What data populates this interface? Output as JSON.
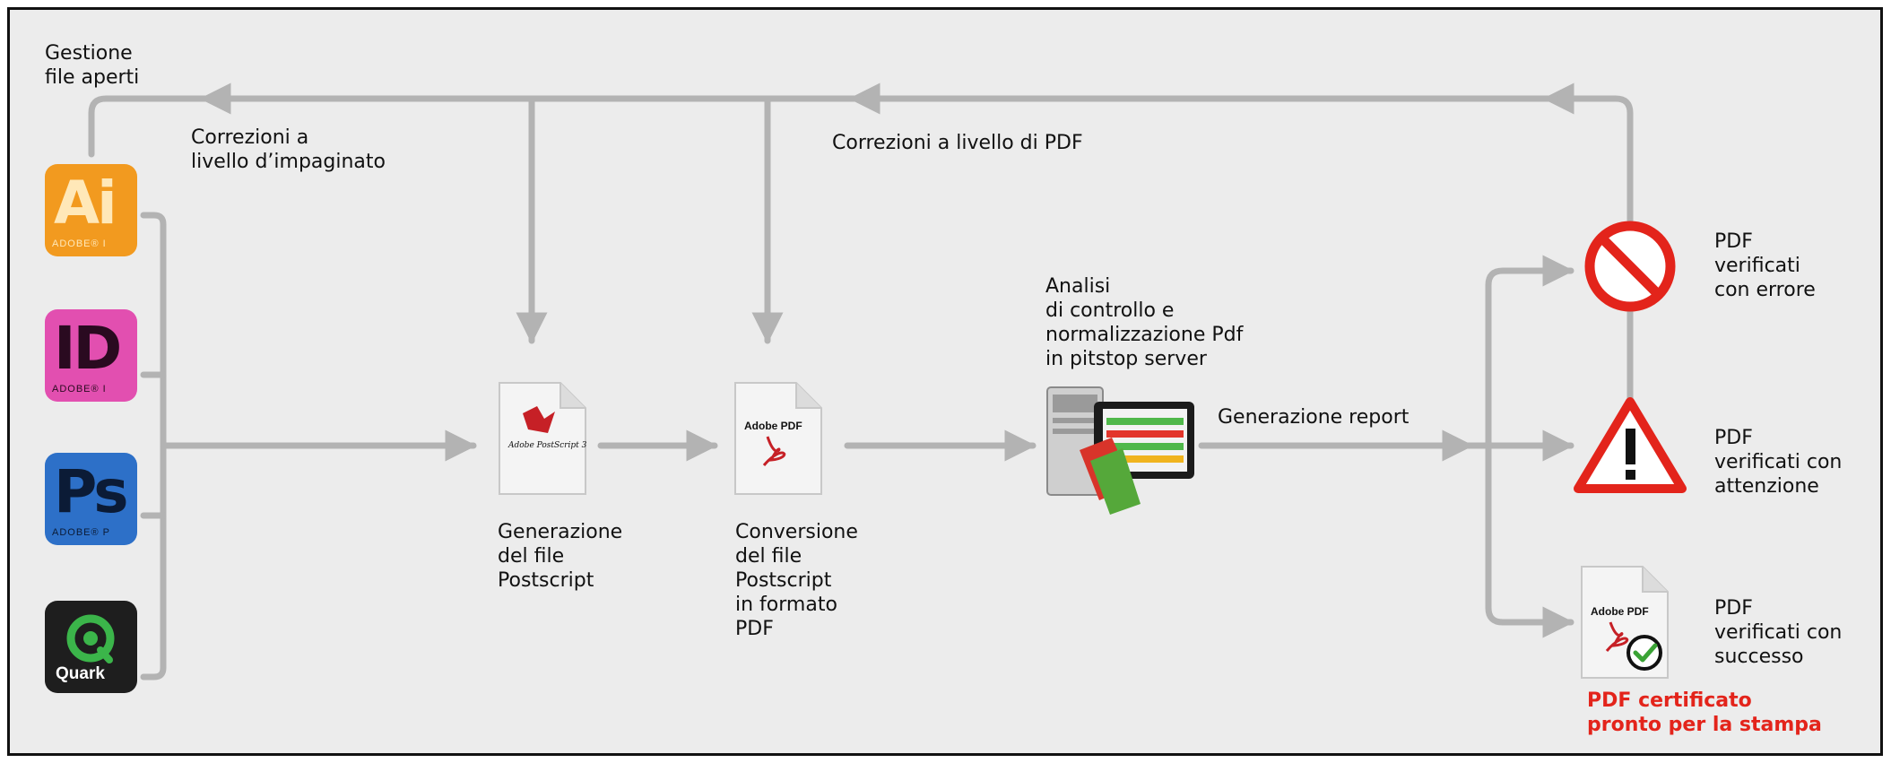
{
  "labels": {
    "open_files": "Gestione\nfile aperti",
    "layout_corrections": "Correzioni a\nlivello d’impaginato",
    "pdf_corrections": "Correzioni a livello di PDF",
    "analysis": "Analisi\ndi controllo e\nnormalizzazione Pdf\nin pitstop server",
    "report": "Generazione report",
    "postscript_step": "Generazione\ndel file\nPostscript",
    "conversion_step": "Conversione\ndel file\nPostscript\nin formato\nPDF",
    "error_result": "PDF\nverificati\ncon errore",
    "warning_result": "PDF\nverificati con\nattenzione",
    "success_result": "PDF\nverificati con\nsuccesso",
    "certified": "PDF certificato\npronto per la stampa"
  },
  "apps": {
    "illustrator": {
      "glyph": "Ai",
      "vendor": "ADOBE® I",
      "color": "#f29a1f",
      "text_color": "#ffe2a8"
    },
    "indesign": {
      "glyph": "ID",
      "vendor": "ADOBE® I",
      "color": "#e24fb0",
      "text_color": "#2a0a20"
    },
    "photoshop": {
      "glyph": "Ps",
      "vendor": "ADOBE® P",
      "color": "#2d70c8",
      "text_color": "#0b1b36"
    },
    "quark": {
      "glyph": "Q",
      "vendor": "Quark",
      "color": "#1e1e1e",
      "text_color": "#ffffff"
    }
  },
  "documents": {
    "postscript_doc": "Adobe PostScript 3",
    "pdf_doc": "Adobe PDF",
    "certified_doc": "Adobe PDF"
  },
  "colors": {
    "flow_line": "#b3b3b3",
    "error_red": "#e3241b",
    "success_green": "#3aa335"
  }
}
